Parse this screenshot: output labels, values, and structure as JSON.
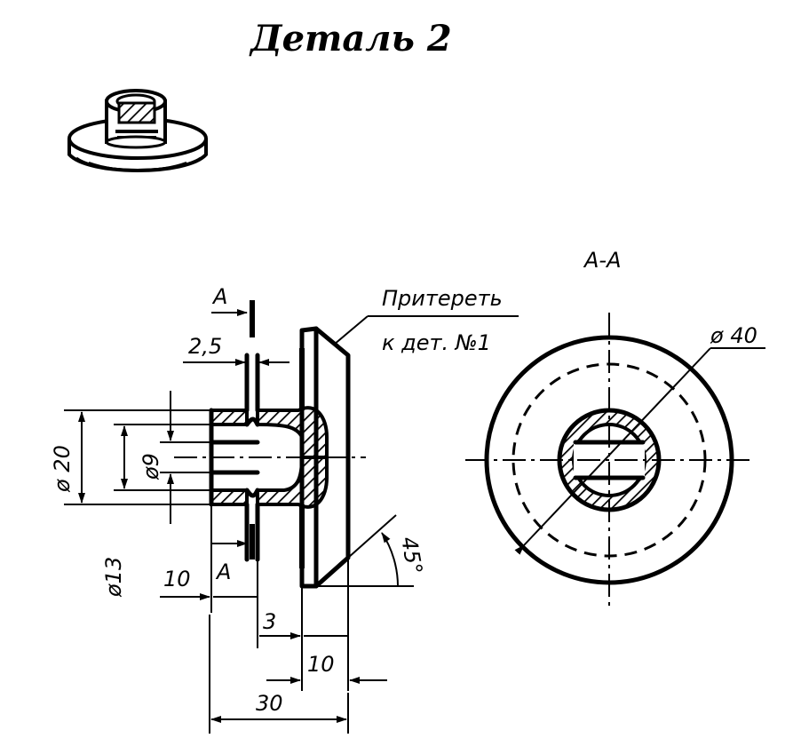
{
  "title": "Деталь 2",
  "section_label": "А-А",
  "note": {
    "line1": "Притереть",
    "line2": "к дет. №1"
  },
  "cut_marks": {
    "top": "А",
    "bottom": "А"
  },
  "dimensions": {
    "wall": "2,5",
    "outer_boss": "ø 20",
    "bore": "ø9",
    "neck": "ø13",
    "boss_len": "10",
    "step": "3",
    "flange": "10",
    "total": "30",
    "chamfer": "45°",
    "section_dia": "ø 40"
  }
}
